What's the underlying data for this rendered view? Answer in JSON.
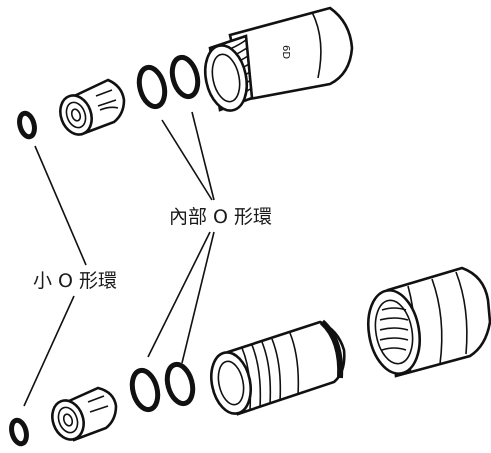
{
  "labels": {
    "inner_o_ring": "內部 O 形環",
    "small_o_ring": "小 O 形環"
  },
  "part_marking": "6D",
  "colors": {
    "line": "#111111",
    "background": "#ffffff"
  }
}
